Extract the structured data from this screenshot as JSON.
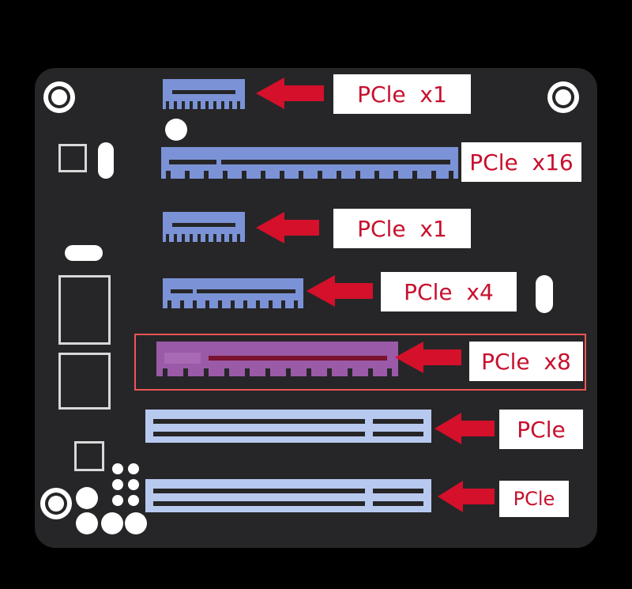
{
  "colors": {
    "board": "#262628",
    "slot_blue": "#7b93d6",
    "slot_light": "#b8c9ef",
    "slot_purple": "#9a5aa8",
    "arrow": "#d4102b",
    "label_text": "#c8102e",
    "highlight": "#ee5555"
  },
  "slots": [
    {
      "id": "slot-1",
      "label": "PCle  x1",
      "style": "blue"
    },
    {
      "id": "slot-2",
      "label": "PCle  x16",
      "style": "blue"
    },
    {
      "id": "slot-3",
      "label": "PCle  x1",
      "style": "blue"
    },
    {
      "id": "slot-4",
      "label": "PCle  x4",
      "style": "blue"
    },
    {
      "id": "slot-5",
      "label": "PCle  x8",
      "style": "purple",
      "highlighted": true
    },
    {
      "id": "slot-6",
      "label": "PCle",
      "style": "light"
    },
    {
      "id": "slot-7",
      "label": "PCle",
      "style": "light"
    }
  ]
}
